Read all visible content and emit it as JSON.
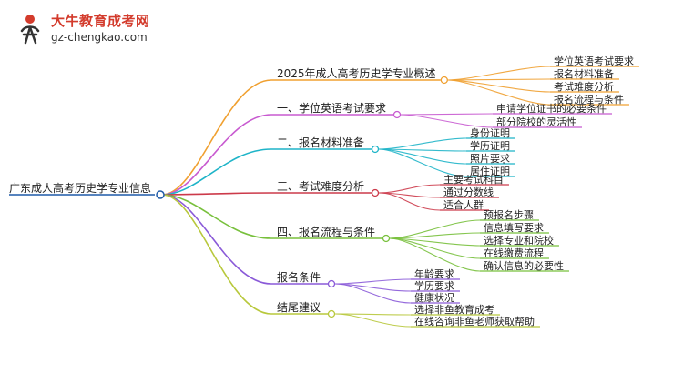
{
  "brand": {
    "name": "大牛教育成考网",
    "url": "gz-chengkao.com",
    "accent": "#d33b2c"
  },
  "mindmap": {
    "root": "广东成人高考历史学专业信息",
    "branches": [
      {
        "label": "2025年成人高考历史学专业概述",
        "color": "#f0a030",
        "children": [
          "学位英语考试要求",
          "报名材料准备",
          "考试难度分析",
          "报名流程与条件"
        ]
      },
      {
        "label": "一、学位英语考试要求",
        "color": "#c85ad0",
        "children": [
          "申请学位证书的必要条件",
          "部分院校的灵活性"
        ]
      },
      {
        "label": "二、报名材料准备",
        "color": "#1eb4c8",
        "children": [
          "身份证明",
          "学历证明",
          "照片要求",
          "居住证明"
        ]
      },
      {
        "label": "三、考试难度分析",
        "color": "#cc3a4a",
        "children": [
          "主要考试科目",
          "通过分数线",
          "适合人群"
        ]
      },
      {
        "label": "四、报名流程与条件",
        "color": "#78c03c",
        "children": [
          "预报名步骤",
          "信息填写要求",
          "选择专业和院校",
          "在线缴费流程",
          "确认信息的必要性"
        ]
      },
      {
        "label": "报名条件",
        "color": "#8a5ad8",
        "children": [
          "年龄要求",
          "学历要求",
          "健康状况"
        ]
      },
      {
        "label": "结尾建议",
        "color": "#b8c83c",
        "children": [
          "选择非鱼教育成考",
          "在线咨询非鱼老师获取帮助"
        ]
      }
    ]
  }
}
